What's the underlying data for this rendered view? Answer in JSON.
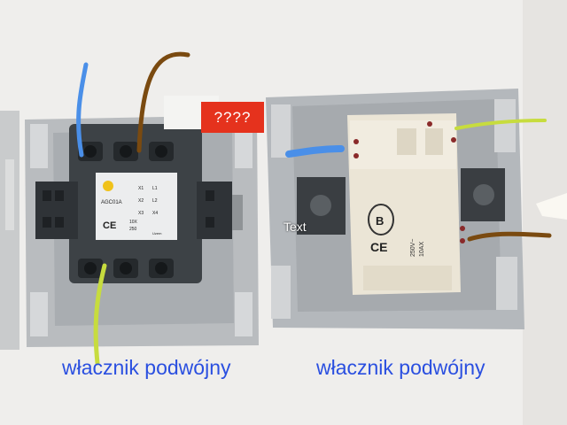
{
  "annotations": {
    "question_box": "????",
    "text_label": "Text",
    "caption_left": "włacznik podwójny",
    "caption_right": "włacznik podwójny"
  },
  "module_left": {
    "model": "AGC01A",
    "terminals": [
      "X1",
      "L1",
      "X2",
      "L2",
      "X3",
      "X4"
    ],
    "rating": [
      "10X",
      "250"
    ],
    "marks": [
      "CE",
      "Uzem"
    ]
  },
  "module_right": {
    "rating": [
      "250V~",
      "10AX"
    ],
    "marks": [
      "CE",
      "B"
    ]
  },
  "colors": {
    "wire_blue": "#4a8fe8",
    "wire_brown": "#7a4a10",
    "wire_yellow_green": "#c7dc3e",
    "caption_blue": "#2a4fe0",
    "question_box_red": "#e5321d"
  }
}
